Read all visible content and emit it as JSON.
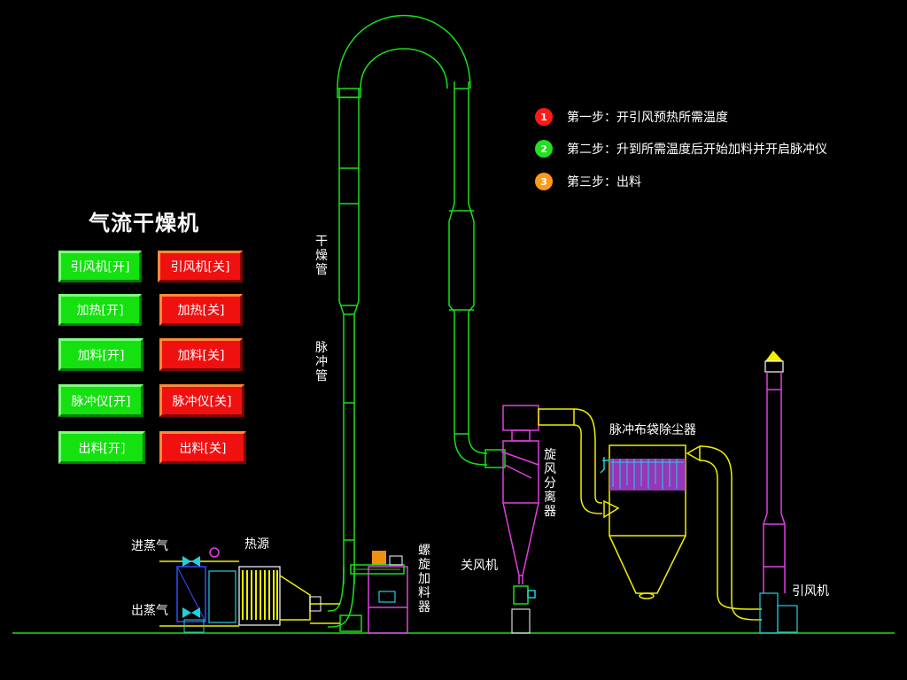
{
  "title": "气流干燥机",
  "buttons": [
    {
      "on": "引风机[开]",
      "off": "引风机[关]"
    },
    {
      "on": "加热[开]",
      "off": "加热[关]"
    },
    {
      "on": "加料[开]",
      "off": "加料[关]"
    },
    {
      "on": "脉冲仪[开]",
      "off": "脉冲仪[关]"
    },
    {
      "on": "出料[开]",
      "off": "出料[关]"
    }
  ],
  "steps": [
    {
      "num": "1",
      "text": "第一步：开引风预热所需温度",
      "color": "#ff1a1a"
    },
    {
      "num": "2",
      "text": "第二步：升到所需温度后开始加料并开启脉冲仪",
      "color": "#22e022"
    },
    {
      "num": "3",
      "text": "第三步：出料",
      "color": "#ff9a1a"
    }
  ],
  "labels": {
    "drying_pipe": "干燥管",
    "pulse_pipe": "脉冲管",
    "cyclone": "旋风分离器",
    "bag_filter": "脉冲布袋除尘器",
    "fan": "引风机",
    "airlock": "关风机",
    "screw_feeder": "螺旋加料器",
    "steam_in": "进蒸气",
    "steam_out": "出蒸气",
    "heat_source": "热源"
  },
  "colors": {
    "pipe_green": "#18e018",
    "duct_yellow": "#f0f000",
    "equip_magenta": "#e040e0",
    "accent_cyan": "#20d0e0",
    "ground": "#18e018"
  }
}
